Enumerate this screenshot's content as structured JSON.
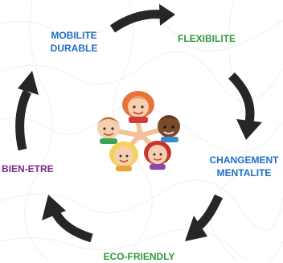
{
  "cycle": {
    "items": [
      {
        "label_line1": "MOBILITE",
        "label_line2": "DURABLE",
        "color": "#1f6fc4"
      },
      {
        "label": "FLEXIBILITE",
        "color": "#2f9a3c"
      },
      {
        "label_line1": "CHANGEMENT",
        "label_line2": "MENTALITE",
        "color": "#1f6fc4"
      },
      {
        "label": "ECO-FRIENDLY",
        "color": "#2f9a3c"
      },
      {
        "label": "BIEN-ETRE",
        "color": "#7a2a8c"
      }
    ],
    "arrow_color": "#262626",
    "center_icon": "children-circle-holding-hands-icon"
  }
}
